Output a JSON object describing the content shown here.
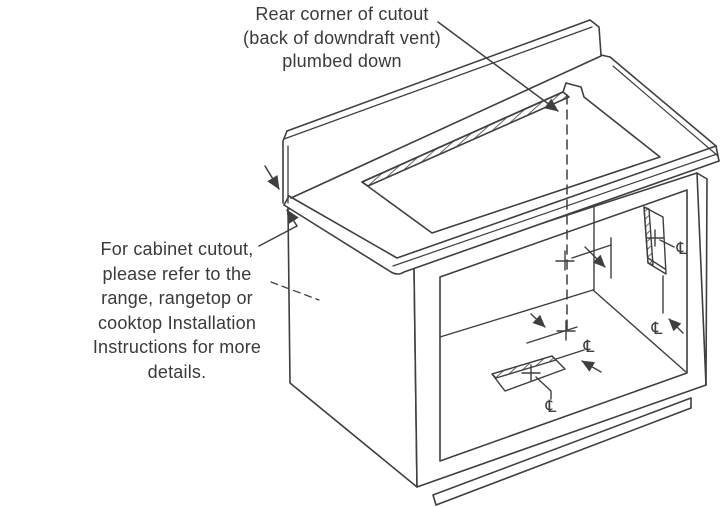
{
  "diagram": {
    "description": "Isometric cabinet with countertop cutout for downdraft vent",
    "symbols": {
      "centerline": "℄",
      "cross_mark": "+"
    },
    "colors": {
      "line": "#3f3f3f",
      "background": "#ffffff",
      "text": "#3a3a3a"
    }
  },
  "annotations": {
    "top_note": {
      "lines": [
        "Rear corner of cutout",
        "(back of downdraft vent)",
        "plumbed down"
      ]
    },
    "left_note": {
      "lines": [
        "For cabinet cutout,",
        "please refer to the",
        "range, rangetop or",
        "cooktop Installation",
        "Instructions for more",
        "details."
      ]
    }
  }
}
